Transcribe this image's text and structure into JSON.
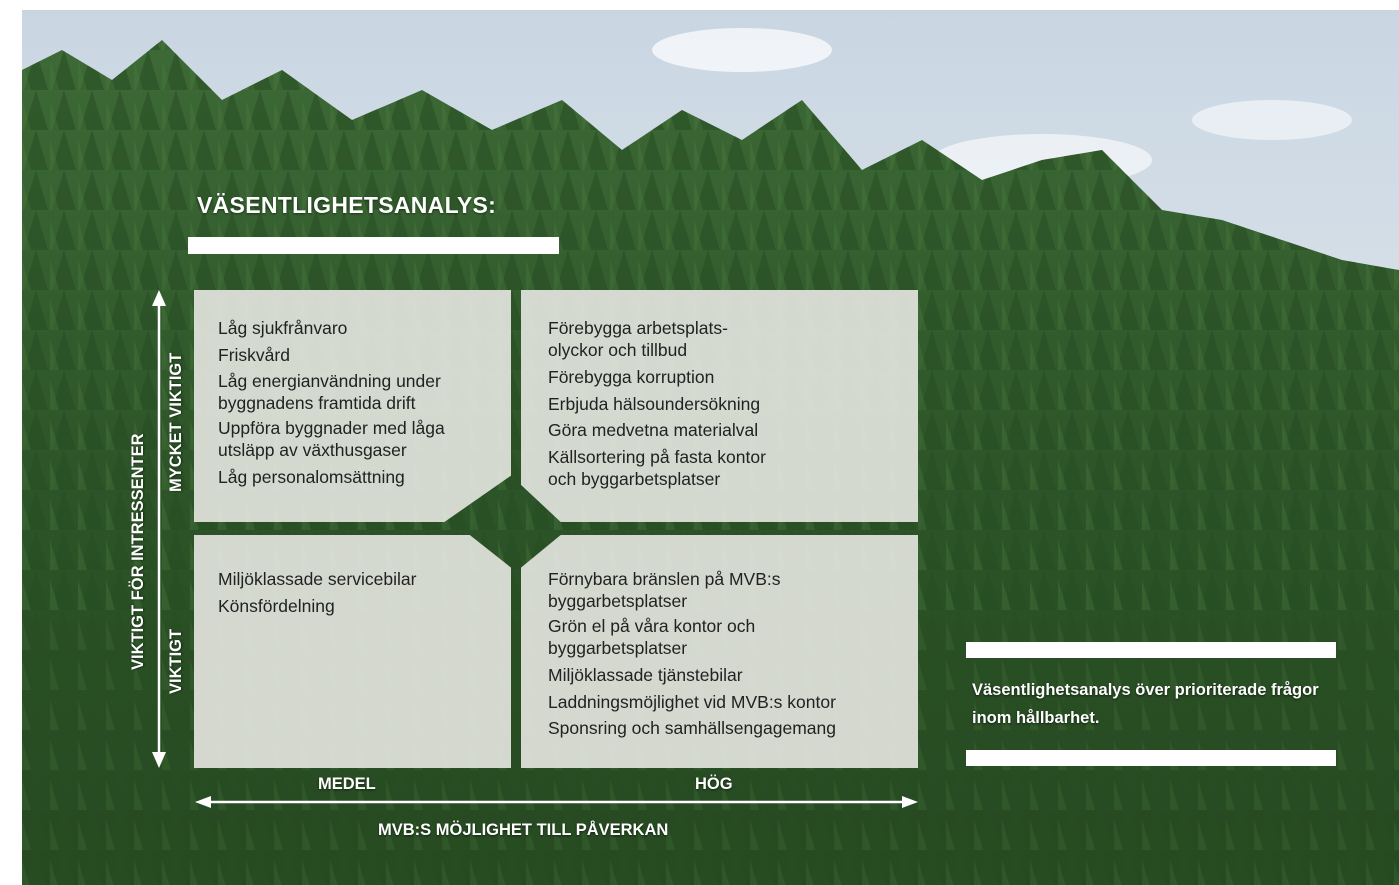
{
  "title": "VÄSENTLIGHETSANALYS:",
  "quadrants": {
    "top_left": {
      "items": [
        "Låg sjukfrånvaro",
        "Friskvård",
        "Låg energianvändning under\nbyggnadens framtida drift",
        "Uppföra byggnader med låga\nutsläpp av växthusgaser",
        "Låg personalomsättning"
      ]
    },
    "top_right": {
      "items": [
        "Förebygga arbetsplats-\nolyckor och tillbud",
        "Förebygga korruption",
        "Erbjuda hälsoundersökning",
        "Göra medvetna materialval",
        "Källsortering på fasta kontor\noch byggarbetsplatser"
      ]
    },
    "bottom_left": {
      "items": [
        "Miljöklassade servicebilar",
        "Könsfördelning"
      ]
    },
    "bottom_right": {
      "items": [
        "Förnybara bränslen på MVB:s\nbyggarbetsplatser",
        "Grön el på våra kontor och\nbyggarbetsplatser",
        "Miljöklassade tjänstebilar",
        "Laddningsmöjlighet vid MVB:s kontor",
        "Sponsring och samhällsengagemang"
      ]
    }
  },
  "axes": {
    "y_title": "VIKTIGT FÖR INTRESSENTER",
    "y_high": "MYCKET VIKTIGT",
    "y_low": "VIKTIGT",
    "x_low": "MEDEL",
    "x_high": "HÖG",
    "x_title": "MVB:S MÖJLIGHET TILL PÅVERKAN"
  },
  "caption": "Väsentlighetsanalys över prioriterade frågor inom hållbarhet.",
  "colors": {
    "quadrant_fill": "#ecece7",
    "text": "#222222",
    "overlay_text": "#ffffff",
    "sky": "#dfe6ec",
    "forest": "#2f5a2a"
  }
}
